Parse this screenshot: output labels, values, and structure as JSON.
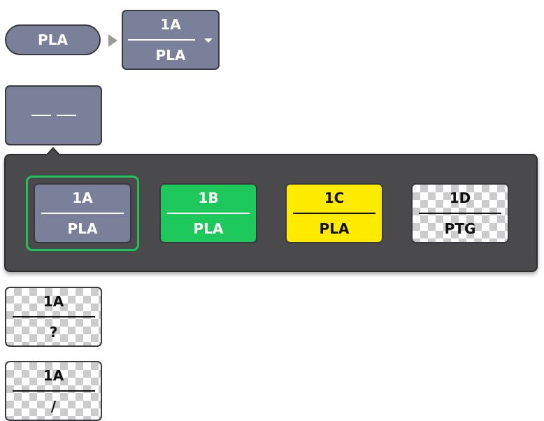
{
  "selector": {
    "material_label": "PLA",
    "dropdown": {
      "slot": "1A",
      "material": "PLA"
    }
  },
  "empty_slot": {
    "label": "— —"
  },
  "popup": {
    "options": [
      {
        "slot": "1A",
        "material": "PLA",
        "color": "#7a7f9a",
        "selected": true
      },
      {
        "slot": "1B",
        "material": "PLA",
        "color": "#1dc95b"
      },
      {
        "slot": "1C",
        "material": "PLA",
        "color": "#ffeb00"
      },
      {
        "slot": "1D",
        "material": "PTG",
        "color": "transparent"
      }
    ]
  },
  "lower_cards": [
    {
      "slot": "1A",
      "material": "?"
    },
    {
      "slot": "1A",
      "material": "/"
    }
  ]
}
